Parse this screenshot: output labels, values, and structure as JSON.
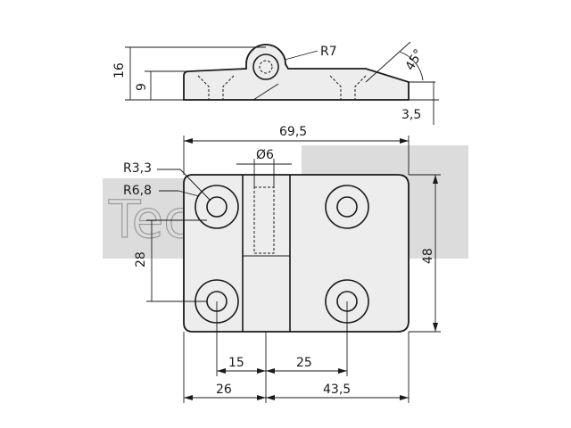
{
  "watermark": {
    "text": "TechXXL",
    "fill": "#d9d9d9"
  },
  "dimensions": {
    "radius_barrel": "R7",
    "side_height_total": "16",
    "side_height_leaf": "9",
    "chamfer_angle": "45°",
    "leaf_thickness": "3,5",
    "overall_width": "69,5",
    "pin_diameter": "Ø6",
    "hole_radius": "R3,3",
    "counterbore_radius": "R6,8",
    "hole_vertical_spacing": "28",
    "overall_height": "48",
    "left_hole_to_axis": "15",
    "axis_to_right_hole": "25",
    "left_edge_to_axis": "26",
    "axis_to_right_edge": "43,5"
  }
}
